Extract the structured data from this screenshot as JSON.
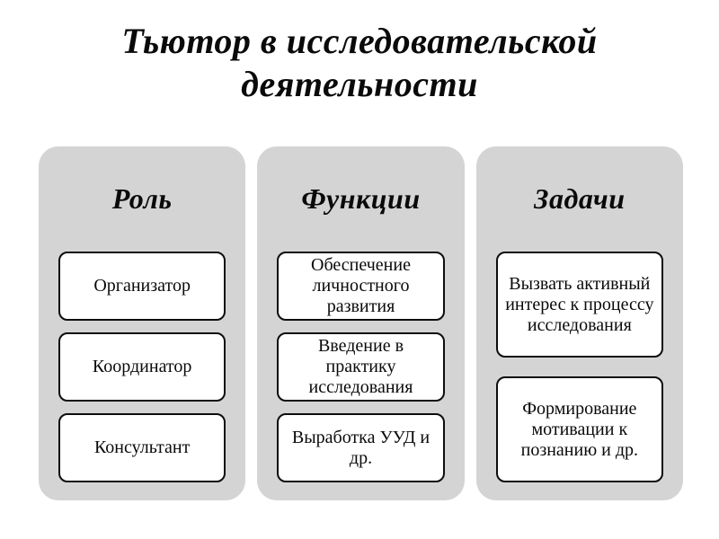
{
  "title": "Тьютор в исследовательской\nдеятельности",
  "columns": [
    {
      "heading": "Роль",
      "items": [
        "Организатор",
        "Координатор",
        "Консультант"
      ]
    },
    {
      "heading": "Функции",
      "items": [
        "Обеспечение\nличностного\nразвития",
        "Введение в практику\nисследования",
        "Выработка УУД и др."
      ]
    },
    {
      "heading": "Задачи",
      "items": [
        "Вызвать активный\nинтерес к процессу\nисследования",
        "Формирование\nмотивации к\nпознанию и др."
      ]
    }
  ],
  "colors": {
    "slide_bg": "#ffffff",
    "panel_bg": "#d4d4d4",
    "box_bg": "#ffffff",
    "box_border": "#0d0d0d",
    "text": "#0a0a0a"
  }
}
